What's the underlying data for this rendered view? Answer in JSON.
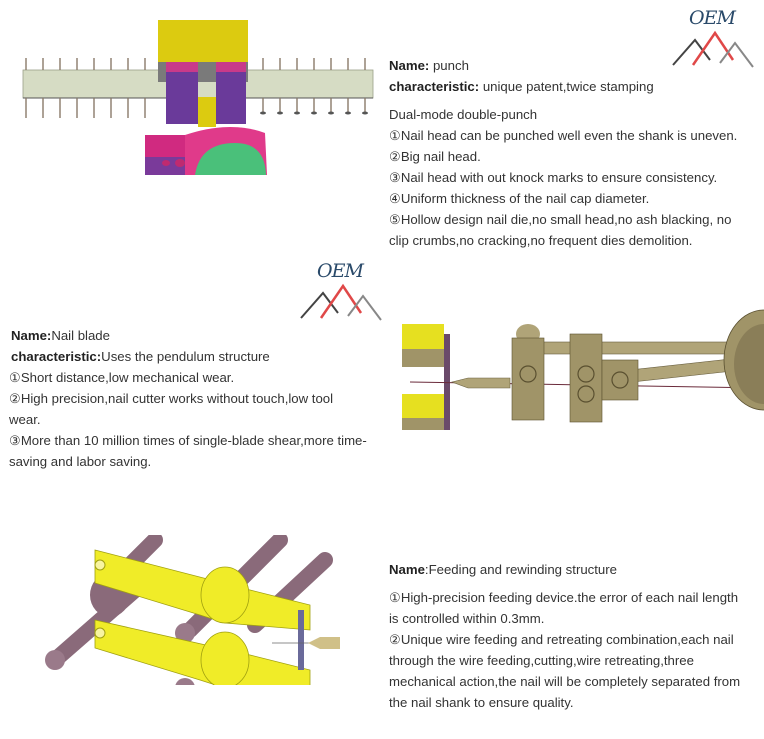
{
  "sections": [
    {
      "name_label": "Name:",
      "name_value": " punch",
      "char_label": "characteristic:",
      "char_value": " unique patent,twice stamping",
      "intro": "Dual-mode double-punch",
      "points": [
        "①Nail head can be punched well even the shank is uneven.",
        "②Big nail head.",
        "③Nail head with out knock marks to ensure consistency.",
        "④Uniform thickness of the nail cap diameter.",
        "⑤Hollow design nail die,no small head,no ash blacking, no",
        "clip crumbs,no cracking,no frequent dies demolition."
      ]
    },
    {
      "name_label": "Name:",
      "name_value": "Nail blade",
      "char_label": "characteristic:",
      "char_value": "Uses the pendulum structure",
      "points": [
        "①Short distance,low mechanical wear.",
        "②High precision,nail cutter works without touch,low tool",
        "wear.",
        "③More than 10 million times of single-blade shear,more time-",
        "saving and labor saving."
      ]
    },
    {
      "name_label": "Name",
      "name_value": ":Feeding and rewinding structure",
      "points": [
        "①High-precision feeding device.the error of each nail length",
        "is controlled within 0.3mm.",
        "②Unique wire feeding and retreating combination,each nail",
        "through the wire feeding,cutting,wire retreating,three",
        "mechanical action,the nail will be completely separated from",
        "the nail shank to ensure quality."
      ]
    }
  ],
  "logos": {
    "text": "OEM"
  },
  "colors": {
    "yellow": "#e0cc10",
    "magenta": "#d02a80",
    "purple": "#6a3a9a",
    "rod": "#8a6a7a",
    "tan": "#a09468",
    "logo_red": "#e04848",
    "logo_grey": "#555555"
  }
}
